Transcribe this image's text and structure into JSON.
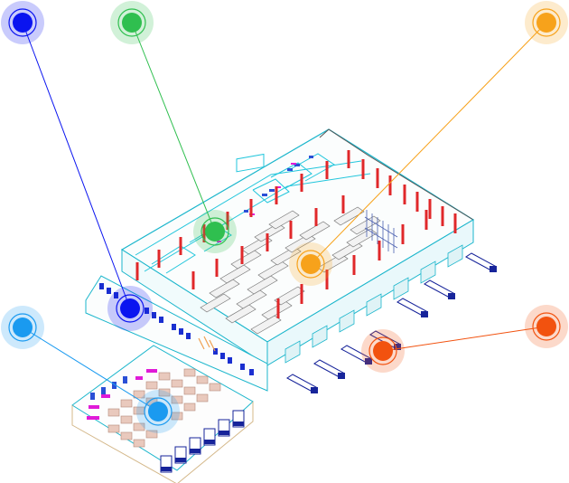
{
  "colors": {
    "background": "#ffffff",
    "blue": "#0a14f0",
    "green": "#2fbf4f",
    "orange": "#f7a21b",
    "lightblue": "#1a9af0",
    "red": "#f2520f",
    "cyan": "#22c6dc",
    "column_red": "#e0282a",
    "magenta": "#e01ad8",
    "truck_navy": "#17249a",
    "seat_brown": "#b58a7a"
  },
  "hotspots": [
    {
      "name": "blue",
      "color_key": "blue"
    },
    {
      "name": "green",
      "color_key": "green"
    },
    {
      "name": "orange",
      "color_key": "orange"
    },
    {
      "name": "lightblue",
      "color_key": "lightblue"
    },
    {
      "name": "red",
      "color_key": "red"
    }
  ]
}
